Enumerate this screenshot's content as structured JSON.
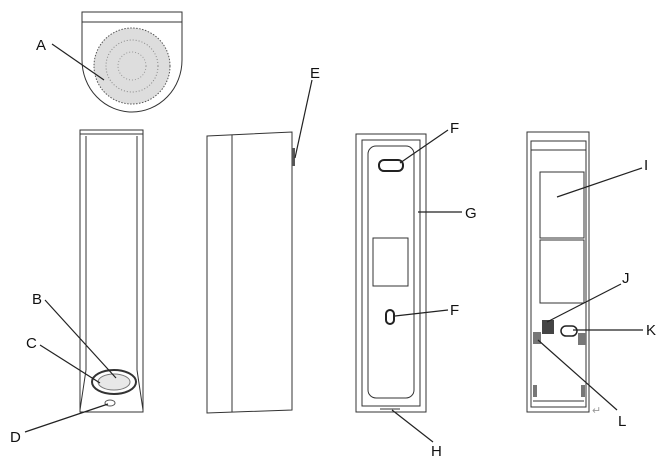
{
  "labels": {
    "a": "A",
    "b": "B",
    "c": "C",
    "d": "D",
    "e": "E",
    "f1": "F",
    "g": "G",
    "f2": "F",
    "h": "H",
    "i": "I",
    "j": "J",
    "k": "K",
    "l": "L"
  },
  "return_mark": "↵"
}
